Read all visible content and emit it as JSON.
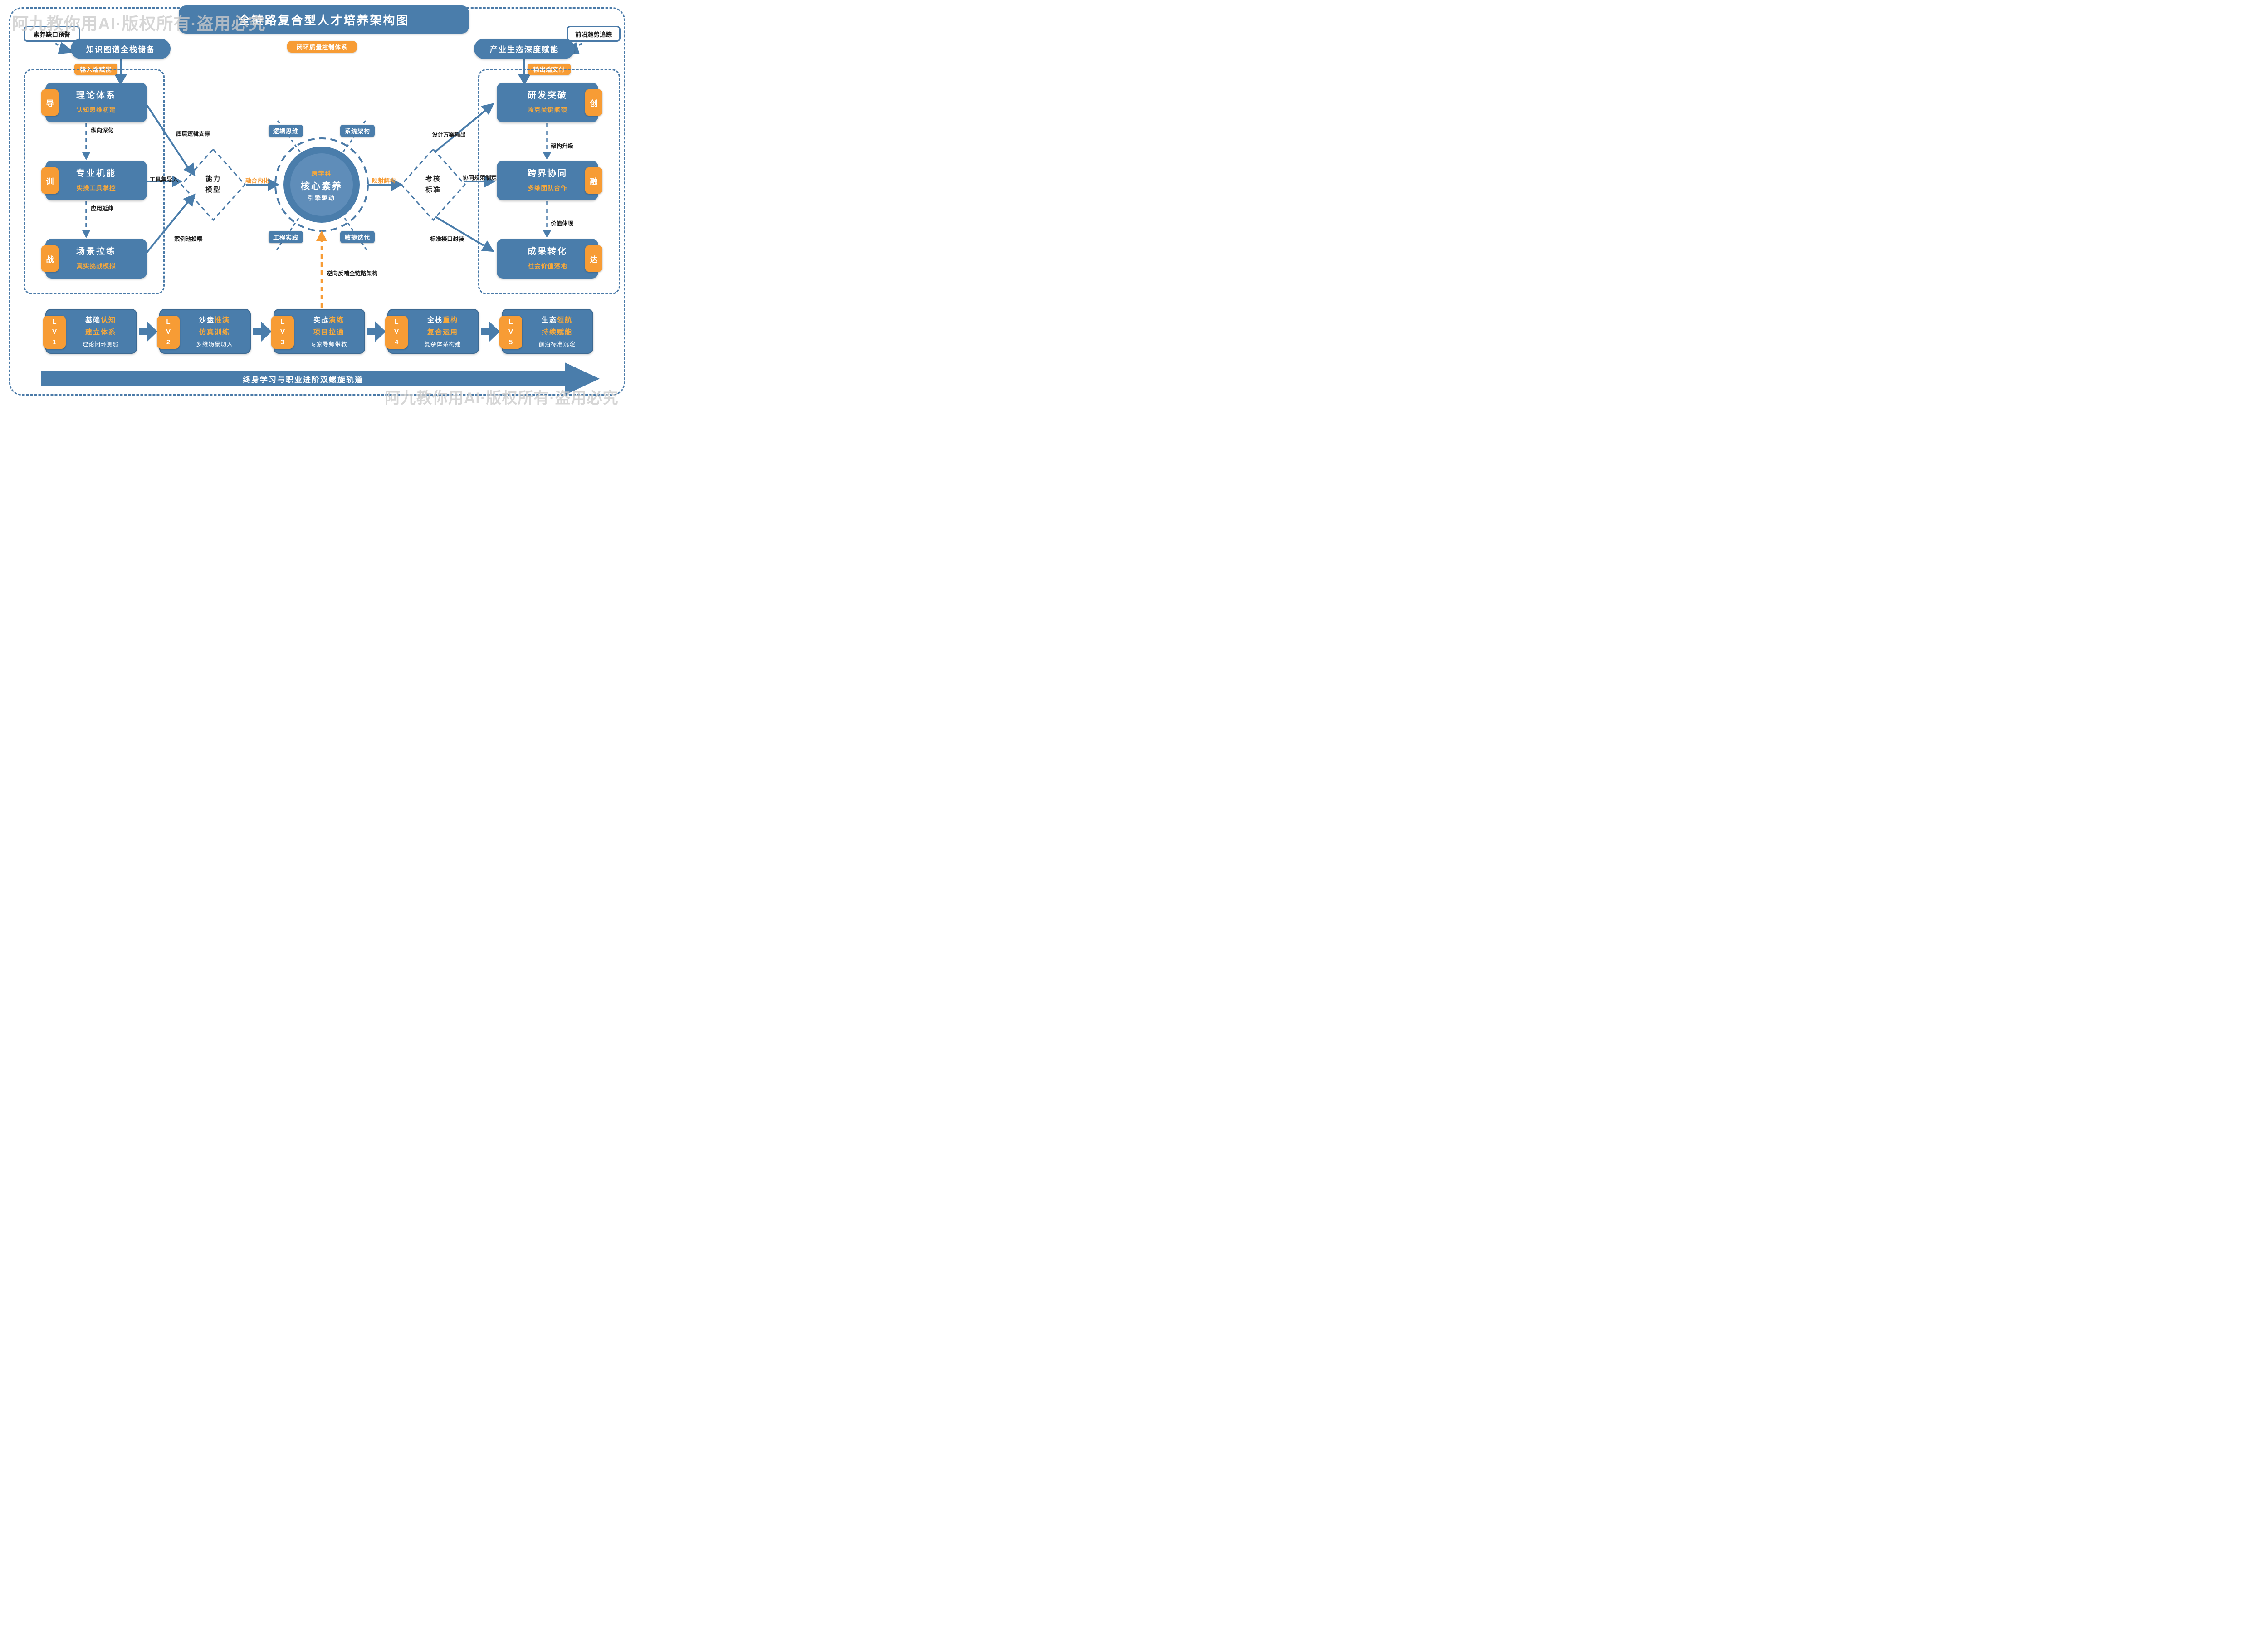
{
  "title": "全链路复合型人才培养架构图",
  "quality_badge": "闭环质量控制体系",
  "watermarks": {
    "top_left": "阿九教你用AI·版权所有·盗用必究",
    "bottom_right": "阿九教你用AI·版权所有·盗用必究"
  },
  "left": {
    "alert_box": "素养缺口预警",
    "pill": "知识图谱全栈储备",
    "stage_badge": "输入端赋能",
    "boxes": [
      {
        "tag": "导",
        "title": "理论体系",
        "subtitle": "认知思维初建"
      },
      {
        "tag": "训",
        "title": "专业机能",
        "subtitle": "实操工具掌控"
      },
      {
        "tag": "战",
        "title": "场景拉练",
        "subtitle": "真实挑战模拟"
      }
    ],
    "arrow_labels": {
      "vertical_1": "纵向深化",
      "vertical_2": "应用延伸",
      "to_diamond_1": "底层逻辑支撑",
      "to_diamond_2": "工具集导入",
      "to_diamond_3": "案例池投喂"
    }
  },
  "right": {
    "alert_box": "前沿趋势追踪",
    "pill": "产业生态深度赋能",
    "stage_badge": "输出端交付",
    "boxes": [
      {
        "tag": "创",
        "title": "研发突破",
        "subtitle": "攻克关键瓶颈"
      },
      {
        "tag": "融",
        "title": "跨界协同",
        "subtitle": "多维团队合作"
      },
      {
        "tag": "达",
        "title": "成果转化",
        "subtitle": "社会价值落地"
      }
    ],
    "arrow_labels": {
      "from_diamond_1": "设计方案输出",
      "from_diamond_2": "协同规范制定",
      "from_diamond_3": "标准接口封装",
      "vertical_1": "架构升级",
      "vertical_2": "价值体现"
    }
  },
  "center": {
    "left_diamond": "能力\n模型",
    "right_diamond": "考核\n标准",
    "core": {
      "top": "跨学科",
      "main": "核心素养",
      "bottom": "引擎驱动"
    },
    "satellites": [
      "逻辑思维",
      "系统架构",
      "工程实践",
      "敏捷迭代"
    ],
    "fuse_label": "融合内化",
    "map_label": "映射解构",
    "feedback_label": "逆向反哺全链路架构"
  },
  "levels": [
    {
      "tag": "L\nV\n1",
      "t1w": "基础",
      "t1o": "认知",
      "t2": "建立体系",
      "t3": "理论闭环测验"
    },
    {
      "tag": "L\nV\n2",
      "t1w": "沙盘",
      "t1o": "推演",
      "t2": "仿真训练",
      "t3": "多维场景切入"
    },
    {
      "tag": "L\nV\n3",
      "t1w": "实战",
      "t1o": "演练",
      "t2": "项目拉通",
      "t3": "专家导师带教"
    },
    {
      "tag": "L\nV\n4",
      "t1w": "全栈",
      "t1o": "重构",
      "t2": "复合运用",
      "t3": "复杂体系构建"
    },
    {
      "tag": "L\nV\n5",
      "t1w": "生态",
      "t1o": "领航",
      "t2": "持续赋能",
      "t3": "前沿标准沉淀"
    }
  ],
  "bottom_arrow": "终身学习与职业进阶双螺旋轨道",
  "colors": {
    "primary_blue": "#4a7dab",
    "inner_circle_blue": "#5f8db9",
    "accent_orange": "#f79c35",
    "dashed_line_blue": "#4a7aa8",
    "label_black": "#1c1c1c",
    "watermark_gray": "#cbcbcb"
  }
}
